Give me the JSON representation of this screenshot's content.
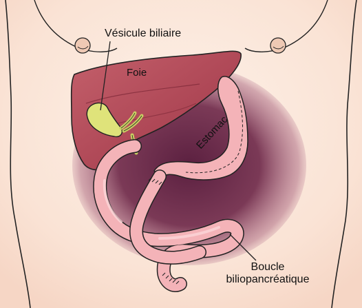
{
  "labels": {
    "vesicule": "Vésicule biliaire",
    "foie": "Foie",
    "estomac": "Estomac",
    "boucle_line1": "Boucle",
    "boucle_line2": "biliopancréatique"
  },
  "colors": {
    "skin": "#fbe8dc",
    "skin_edge": "#f6d9c9",
    "liver": "#b24a58",
    "liver_dark": "#8e3042",
    "gallbladder": "#dfe37a",
    "bile_duct": "#c9cf63",
    "intestine": "#f4b3b8",
    "intestine_dark": "#d8848e",
    "shadow": "#6d2c4a",
    "outline": "#222222"
  }
}
